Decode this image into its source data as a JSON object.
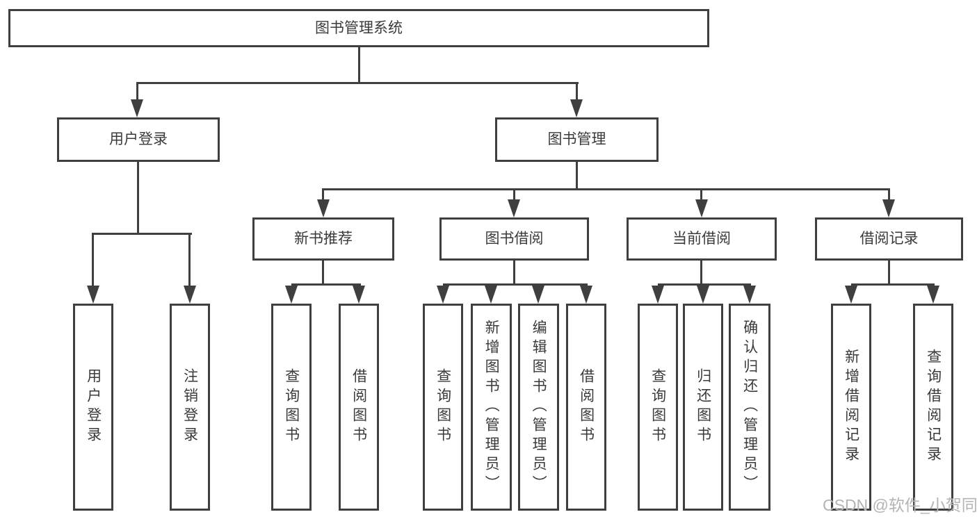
{
  "root": {
    "label": "图书管理系统"
  },
  "branches": {
    "user_login": {
      "label": "用户登录",
      "children": [
        {
          "label": "用户登录"
        },
        {
          "label": "注销登录"
        }
      ]
    },
    "book_mgmt": {
      "label": "图书管理",
      "sections": [
        {
          "label": "新书推荐",
          "children": [
            {
              "label": "查询图书"
            },
            {
              "label": "借阅图书"
            }
          ]
        },
        {
          "label": "图书借阅",
          "children": [
            {
              "label": "查询图书"
            },
            {
              "label": "新增图书（管理员）"
            },
            {
              "label": "编辑图书（管理员）"
            },
            {
              "label": "借阅图书"
            }
          ]
        },
        {
          "label": "当前借阅",
          "children": [
            {
              "label": "查询图书"
            },
            {
              "label": "归还图书"
            },
            {
              "label": "确认归还（管理员）"
            }
          ]
        },
        {
          "label": "借阅记录",
          "children": [
            {
              "label": "新增借阅记录"
            },
            {
              "label": "查询借阅记录"
            }
          ]
        }
      ]
    }
  },
  "watermark": "CSDN @软件_小贺同学",
  "colors": {
    "line": "#3f3f3f",
    "text": "#3a3a3a",
    "watermark": "#b4b4b4",
    "background": "#ffffff"
  }
}
